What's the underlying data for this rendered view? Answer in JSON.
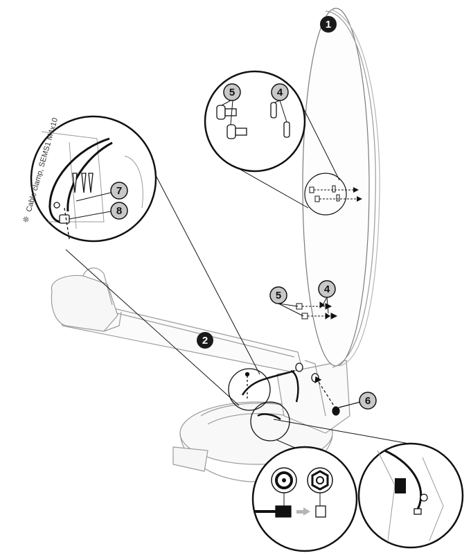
{
  "figure": {
    "clamp_label": "Cable clamp, SEMS1 M4x10",
    "clamp_symbol": "❊",
    "callouts": {
      "step_1": "1",
      "step_2": "2",
      "part_4_detail": "4",
      "part_5_detail": "5",
      "part_4": "4",
      "part_5": "5",
      "part_6": "6",
      "part_7": "7",
      "part_8": "8"
    }
  },
  "colors": {
    "line": "#111111",
    "light_line": "#9a9a9a",
    "callout_grey": "#c8c8c8",
    "callout_dark": "#1a1a1a",
    "arrow_grey": "#8a8a8a"
  }
}
